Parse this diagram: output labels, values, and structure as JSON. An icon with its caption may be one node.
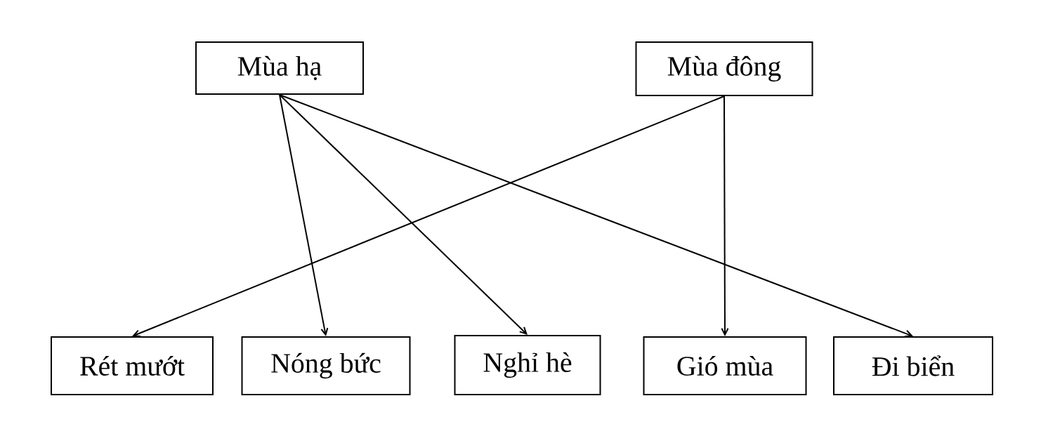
{
  "diagram": {
    "nodes": [
      {
        "text": [
          "Mùa hạ"
        ]
      },
      {
        "text": [
          "Mùa đông"
        ]
      },
      {
        "text": [
          "Rét mướt"
        ]
      },
      {
        "text": [
          "Nóng bức"
        ]
      },
      {
        "text": [
          "Nghỉ hè"
        ]
      },
      {
        "text": [
          "Gió mùa"
        ]
      },
      {
        "text": [
          "Đi biển"
        ]
      }
    ],
    "edges": [
      {
        "from": 0,
        "to": 3,
        "arrow": "to"
      },
      {
        "from": 0,
        "to": 4,
        "arrow": "to"
      },
      {
        "from": 0,
        "to": 6,
        "arrow": "to"
      },
      {
        "from": 1,
        "to": 2,
        "arrow": "to"
      },
      {
        "from": 1,
        "to": 5,
        "arrow": "to"
      }
    ]
  }
}
